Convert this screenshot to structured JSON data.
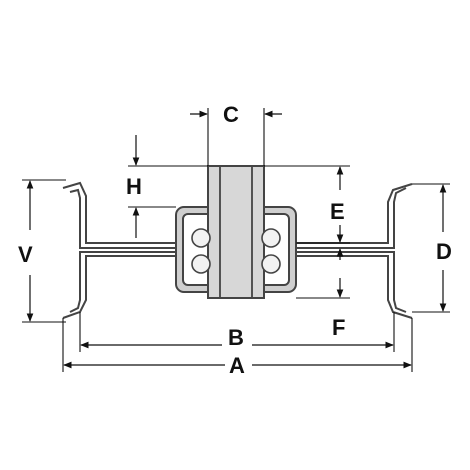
{
  "diagram": {
    "labels": {
      "A": "A",
      "B": "B",
      "C": "C",
      "D": "D",
      "E": "E",
      "F": "F",
      "H": "H",
      "V": "V"
    }
  }
}
